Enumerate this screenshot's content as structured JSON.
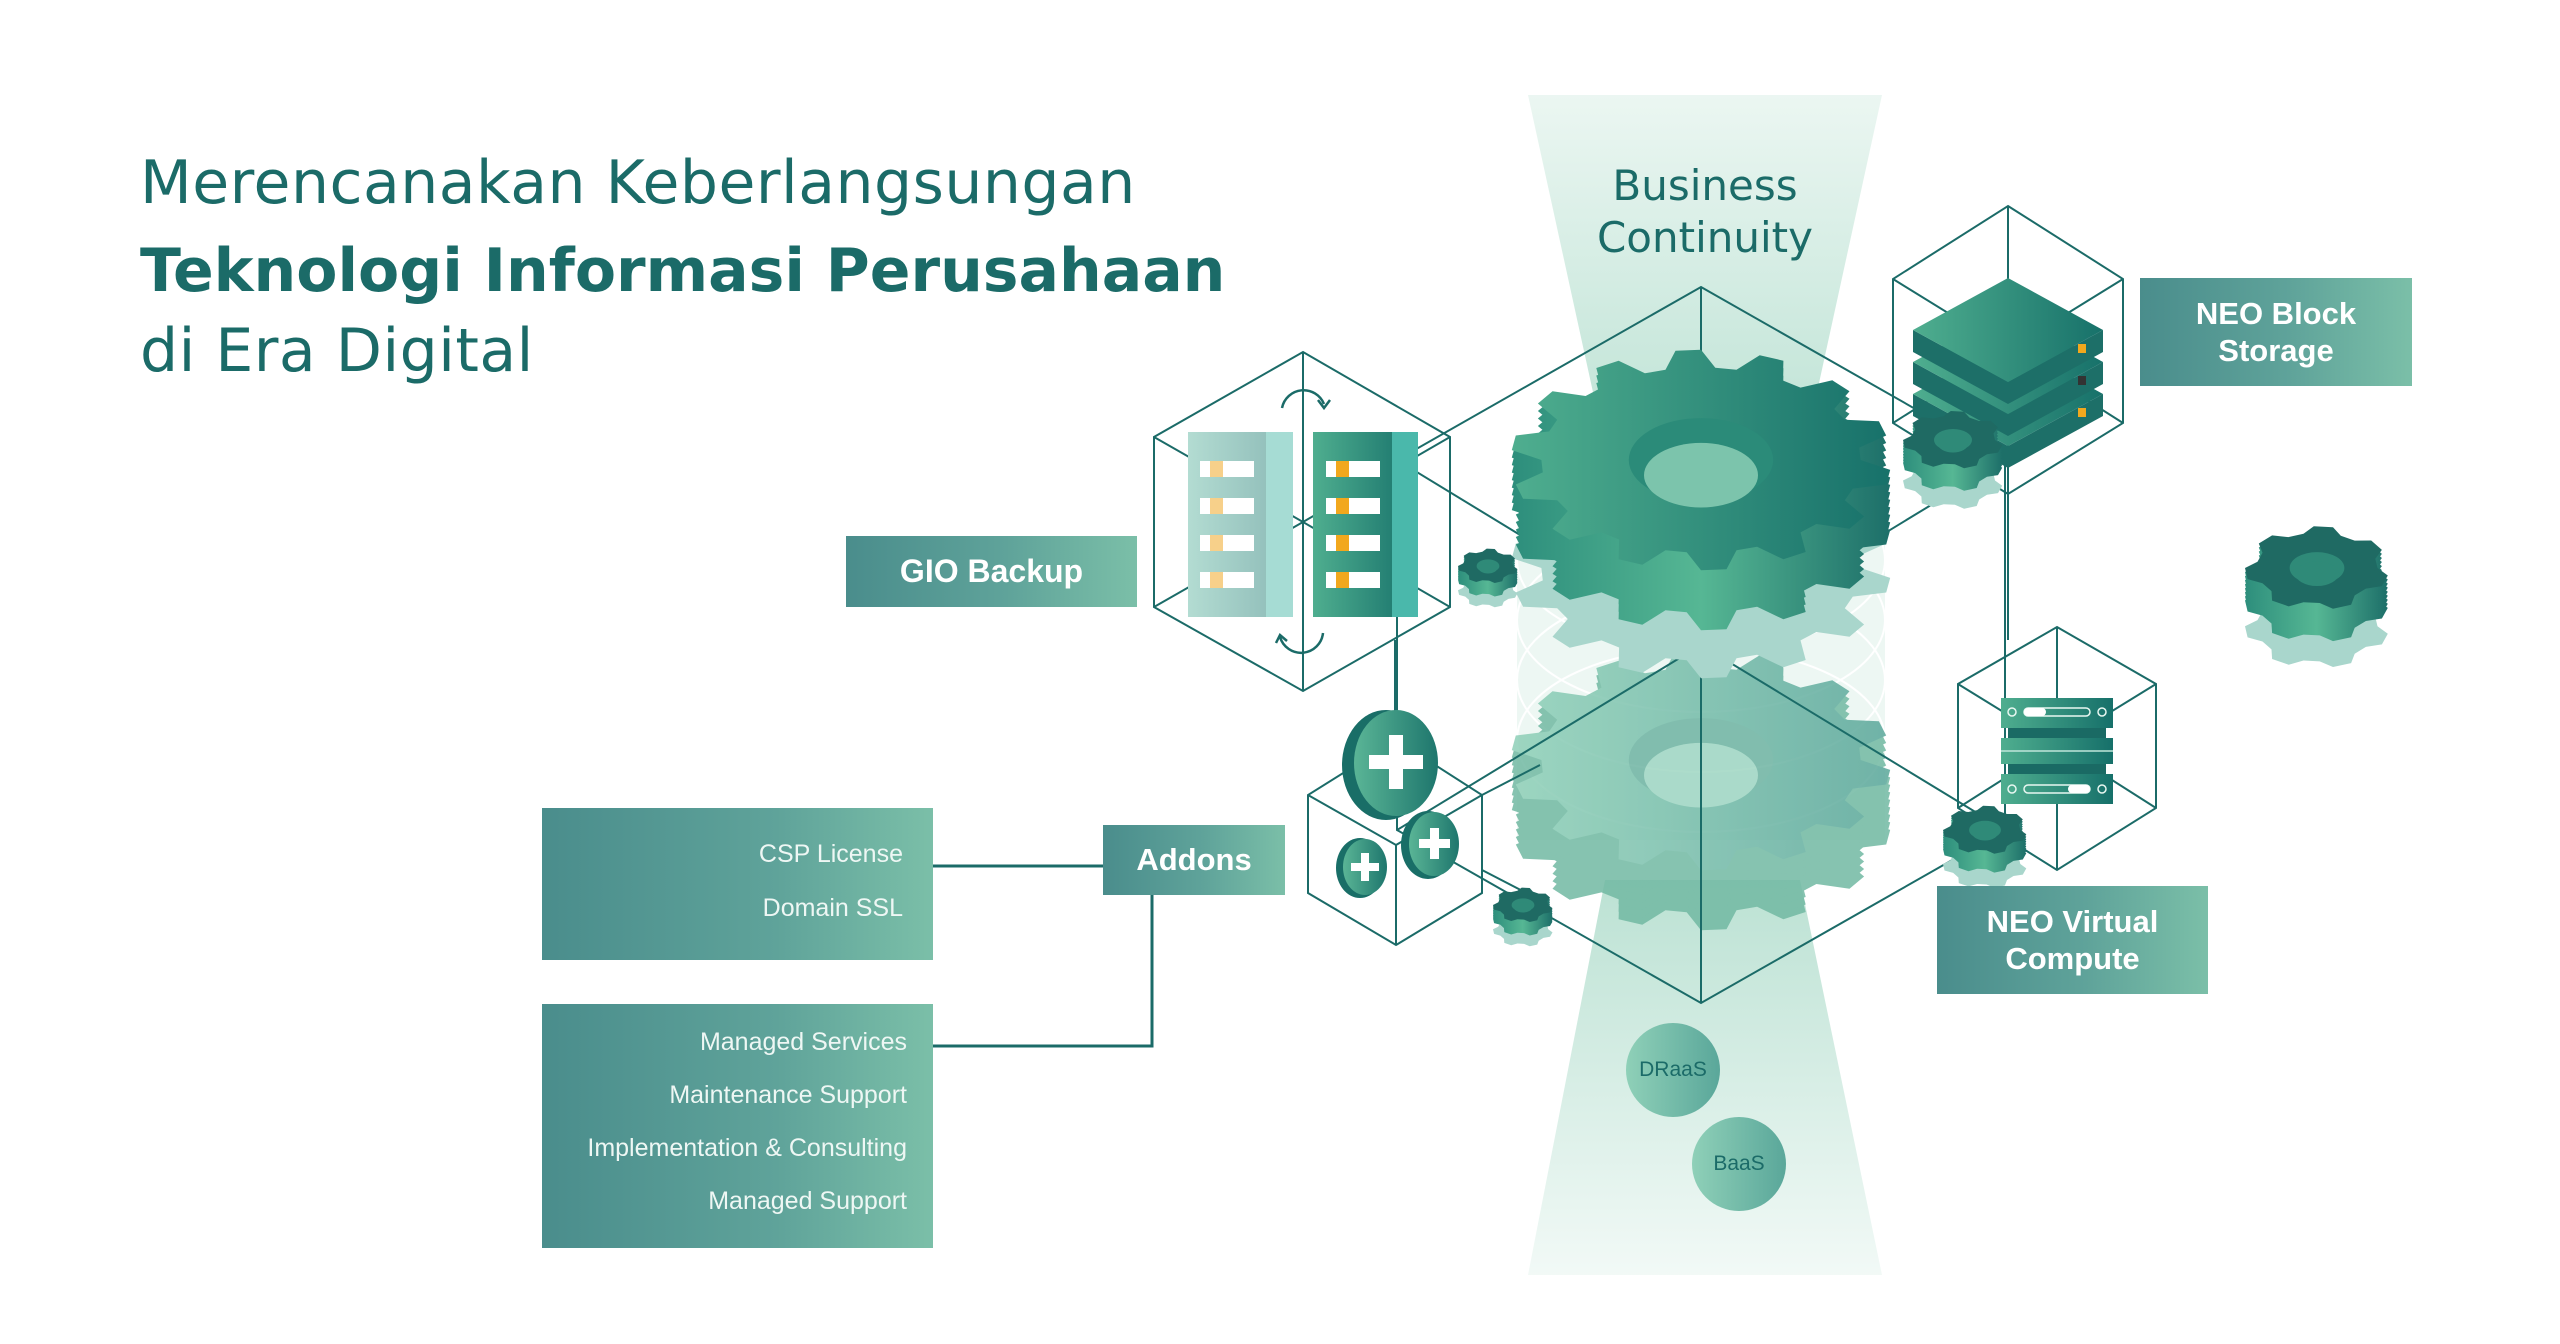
{
  "title": {
    "line1": "Merencanakan Keberlangsungan",
    "line2": "Teknologi Informasi Perusahaan",
    "line3": "di Era Digital"
  },
  "center": {
    "line1": "Business",
    "line2": "Continuity"
  },
  "nodes": {
    "gio_backup": "GIO Backup",
    "neo_block_storage": {
      "line1": "NEO Block",
      "line2": "Storage"
    },
    "neo_virtual_compute": {
      "line1": "NEO Virtual",
      "line2": "Compute"
    },
    "addons": "Addons"
  },
  "addons_lists": {
    "licenses": [
      "CSP License",
      "Domain SSL"
    ],
    "services": [
      "Managed Services",
      "Maintenance Support",
      "Implementation & Consulting",
      "Managed Support"
    ]
  },
  "services_circles": [
    "DRaaS",
    "BaaS"
  ],
  "icons": {
    "backup": "backup-sync-icon",
    "storage": "storage-stack-icon",
    "compute": "server-rack-icon",
    "addons": "plus-discs-icon",
    "gear": "gear-icon"
  },
  "colors": {
    "primary": "#1b6b68",
    "gear_top": "#2a8a78",
    "gear_side": "#4fb092",
    "box_start": "#4a8d8c",
    "box_end": "#7bbfa8",
    "beam": "#cfeae0",
    "accent": "#f2a81d"
  }
}
